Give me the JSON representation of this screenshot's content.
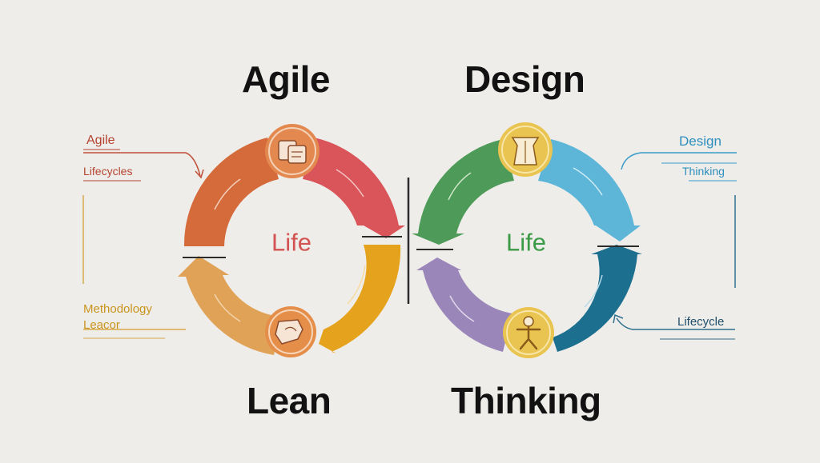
{
  "titles": {
    "top_left": "Agile",
    "top_right": "Design",
    "bottom_left": "Lean",
    "bottom_right": "Thinking"
  },
  "left_annotations": {
    "agile": "Agile",
    "lifecycles": "Lifecycles",
    "methodology": "Methodology",
    "leacor": "Leacor"
  },
  "right_annotations": {
    "design": "Design",
    "thinking": "Thinking",
    "lifecycle": "Lifecycle"
  },
  "cycles": {
    "left_center": "Life",
    "right_center": "Life"
  },
  "colors": {
    "background": "#efedea",
    "orange_red": "#d56a3b",
    "coral_red": "#d9555a",
    "amber": "#e5a21c",
    "tan": "#e0a256",
    "green": "#4e9a58",
    "sky_blue": "#5db6d8",
    "teal_blue": "#1c6f8f",
    "purple": "#9a86b8"
  },
  "icons": {
    "left_top": "documents-icon",
    "left_bottom": "puzzle-icon",
    "right_top": "figures-icon",
    "right_bottom": "person-icon"
  }
}
